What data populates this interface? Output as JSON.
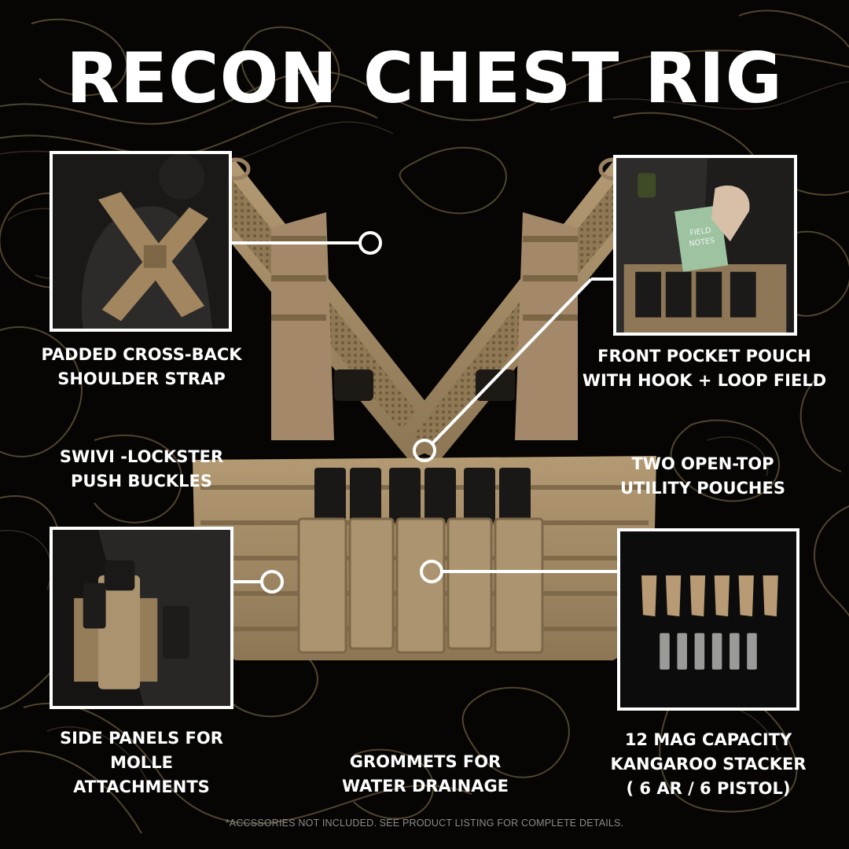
{
  "title": "RECON CHEST RIG",
  "callouts": {
    "shoulder_strap": [
      "PADDED CROSS-BACK",
      "SHOULDER STRAP"
    ],
    "front_pocket": [
      "FRONT POCKET POUCH",
      "WITH HOOK + LOOP FIELD"
    ],
    "buckles": [
      "SWIVI -LOCKSTER",
      "PUSH BUCKLES"
    ],
    "utility_pouches": [
      "TWO OPEN-TOP",
      "UTILITY POUCHES"
    ],
    "side_panels": [
      "SIDE PANELS FOR",
      "MOLLE",
      "ATTACHMENTS"
    ],
    "grommets": [
      "GROMMETS FOR",
      "WATER DRAINAGE"
    ],
    "mag_capacity": [
      "12 MAG CAPACITY",
      "KANGAROO STACKER",
      "( 6 AR / 6 PISTOL)"
    ]
  },
  "field_notes_text": [
    "FIELD",
    "NOTES"
  ],
  "footnote": "*ACCSSORIES NOT INCLUDED.  SEE PRODUCT LISTING FOR COMPLETE DETAILS.",
  "colors": {
    "background": "#060504",
    "topo_lines": "#6b5a3c",
    "coyote": "#a88f69",
    "callout": "#ffffff"
  }
}
